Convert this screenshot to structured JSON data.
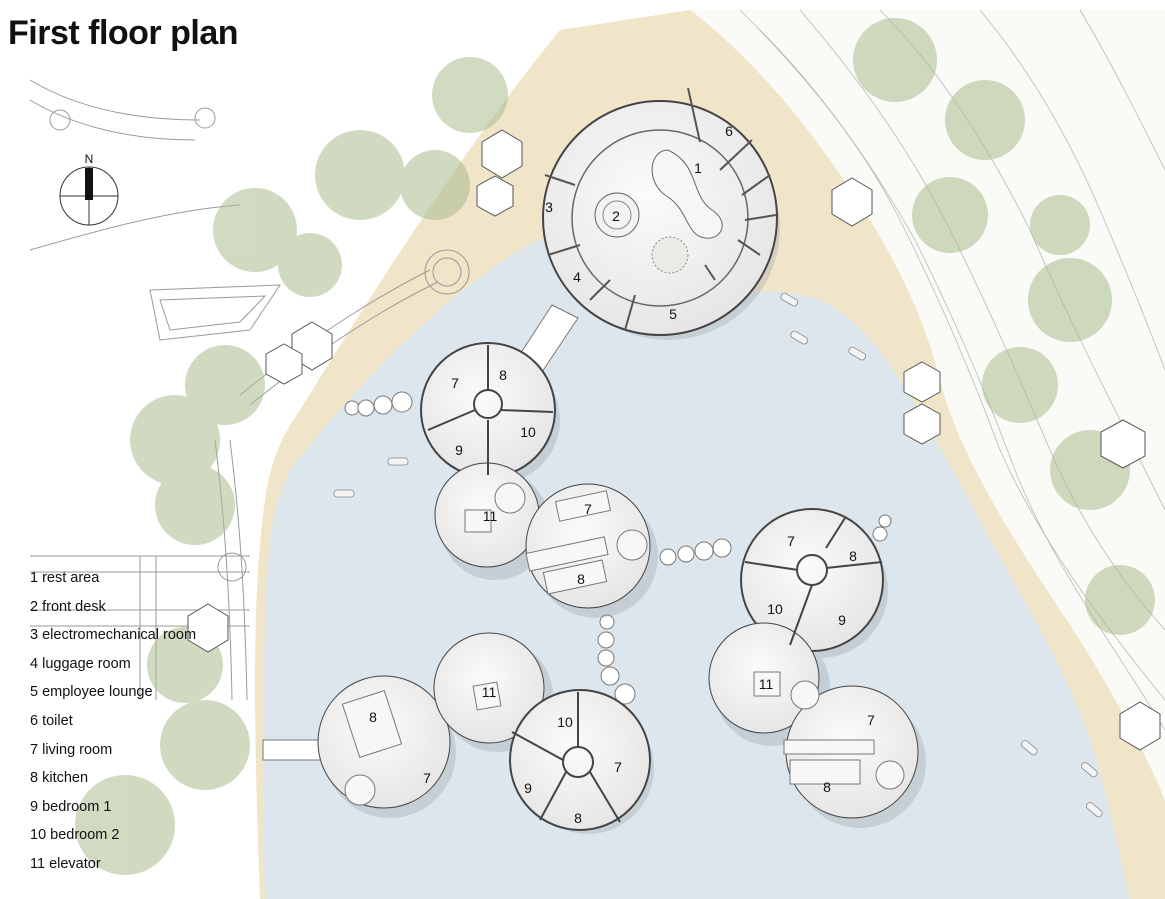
{
  "title": "First floor plan",
  "compass": {
    "label": "N"
  },
  "legend": [
    "1 rest area",
    "2 front desk",
    "3 electromechanical room",
    "4 luggage room",
    "5 employee lounge",
    "6 toilet",
    "7 living room",
    "8 kitchen",
    "9 bedroom 1",
    "10 bedroom 2",
    "11 elevator"
  ],
  "room_numbers": {
    "main": [
      "1",
      "2",
      "3",
      "4",
      "5",
      "6"
    ],
    "pod_a": [
      "7",
      "8",
      "9",
      "10"
    ],
    "pod_b": [
      "11",
      "7",
      "8"
    ],
    "pod_c": [
      "7",
      "8",
      "10",
      "9"
    ],
    "pod_d": [
      "11",
      "7",
      "8"
    ],
    "pod_e": [
      "11",
      "8",
      "7"
    ],
    "pod_f": [
      "10",
      "7",
      "9",
      "8"
    ]
  },
  "colors": {
    "water": "#dde6ec",
    "sand": "#f1e5c9",
    "walls": "#444444",
    "vegetation": "#a9bd8f"
  }
}
